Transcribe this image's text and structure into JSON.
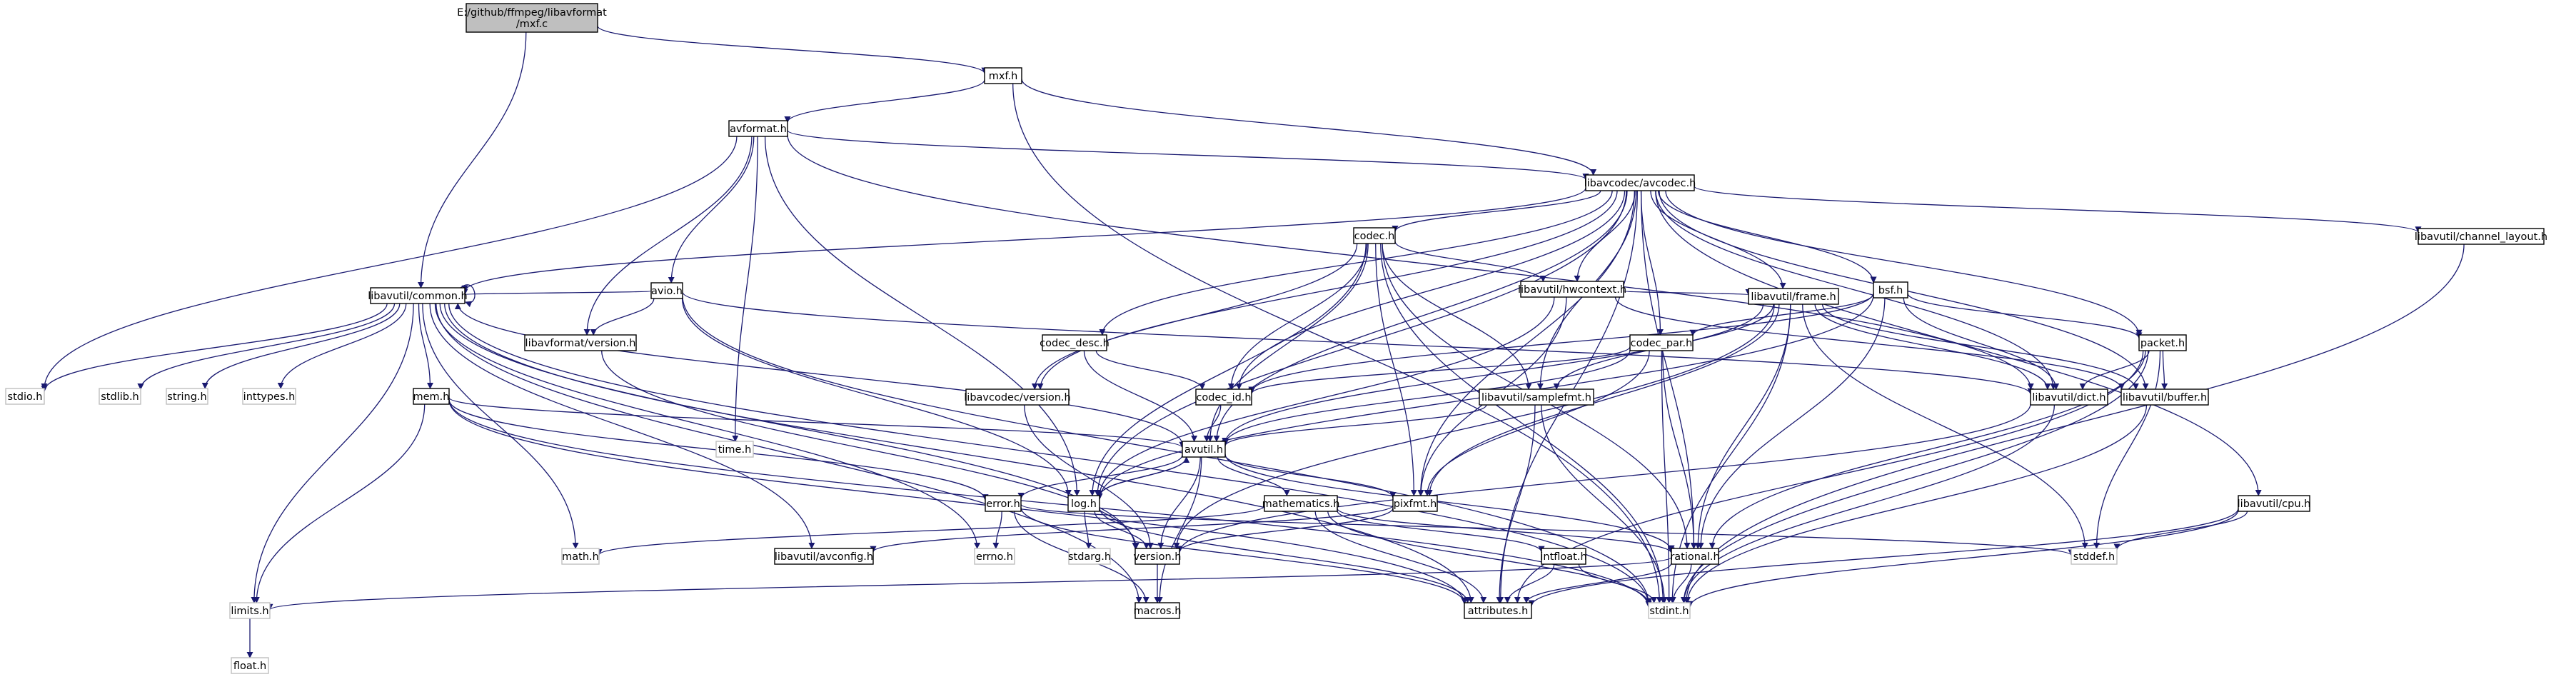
{
  "graph": {
    "root_label": "E:/github/ffmpeg/libavformat/mxf.c",
    "colors": {
      "edge": "#191970",
      "node_border": "#000000",
      "system_header_border": "#bfbfbf",
      "root_fill": "#bfbfbf",
      "node_fill": "#ffffff"
    },
    "nodes": [
      {
        "id": "root",
        "lines": [
          "E:/github/ffmpeg/libavformat",
          "/mxf.c"
        ],
        "kind": "root"
      },
      {
        "id": "mxf_h",
        "lines": [
          "mxf.h"
        ],
        "kind": "local"
      },
      {
        "id": "avformat_h",
        "lines": [
          "avformat.h"
        ],
        "kind": "local"
      },
      {
        "id": "avcodec_h",
        "lines": [
          "libavcodec/avcodec.h"
        ],
        "kind": "local"
      },
      {
        "id": "common_h",
        "lines": [
          "libavutil/common.h"
        ],
        "kind": "local"
      },
      {
        "id": "avio_h",
        "lines": [
          "avio.h"
        ],
        "kind": "local"
      },
      {
        "id": "avf_version_h",
        "lines": [
          "libavformat/version.h"
        ],
        "kind": "local"
      },
      {
        "id": "time_h",
        "lines": [
          "time.h"
        ],
        "kind": "system"
      },
      {
        "id": "stdio_h",
        "lines": [
          "stdio.h"
        ],
        "kind": "system"
      },
      {
        "id": "stdlib_h",
        "lines": [
          "stdlib.h"
        ],
        "kind": "system"
      },
      {
        "id": "string_h",
        "lines": [
          "string.h"
        ],
        "kind": "system"
      },
      {
        "id": "inttypes_h",
        "lines": [
          "inttypes.h"
        ],
        "kind": "system"
      },
      {
        "id": "mem_h",
        "lines": [
          "mem.h"
        ],
        "kind": "local"
      },
      {
        "id": "codec_h",
        "lines": [
          "codec.h"
        ],
        "kind": "local"
      },
      {
        "id": "codec_desc_h",
        "lines": [
          "codec_desc.h"
        ],
        "kind": "local"
      },
      {
        "id": "avc_version_h",
        "lines": [
          "libavcodec/version.h"
        ],
        "kind": "local"
      },
      {
        "id": "codec_id_h",
        "lines": [
          "codec_id.h"
        ],
        "kind": "local"
      },
      {
        "id": "hwcontext_h",
        "lines": [
          "libavutil/hwcontext.h"
        ],
        "kind": "local"
      },
      {
        "id": "codec_par_h",
        "lines": [
          "codec_par.h"
        ],
        "kind": "local"
      },
      {
        "id": "frame_h",
        "lines": [
          "libavutil/frame.h"
        ],
        "kind": "local"
      },
      {
        "id": "samplefmt_h",
        "lines": [
          "libavutil/samplefmt.h"
        ],
        "kind": "local"
      },
      {
        "id": "bsf_h",
        "lines": [
          "bsf.h"
        ],
        "kind": "local"
      },
      {
        "id": "packet_h",
        "lines": [
          "packet.h"
        ],
        "kind": "local"
      },
      {
        "id": "dict_h",
        "lines": [
          "libavutil/dict.h"
        ],
        "kind": "local"
      },
      {
        "id": "buffer_h",
        "lines": [
          "libavutil/buffer.h"
        ],
        "kind": "local"
      },
      {
        "id": "channel_layout_h",
        "lines": [
          "libavutil/channel_layout.h"
        ],
        "kind": "local"
      },
      {
        "id": "cpu_h",
        "lines": [
          "libavutil/cpu.h"
        ],
        "kind": "local"
      },
      {
        "id": "avutil_h",
        "lines": [
          "avutil.h"
        ],
        "kind": "local"
      },
      {
        "id": "error_h",
        "lines": [
          "error.h"
        ],
        "kind": "local"
      },
      {
        "id": "log_h",
        "lines": [
          "log.h"
        ],
        "kind": "local"
      },
      {
        "id": "mathematics_h",
        "lines": [
          "mathematics.h"
        ],
        "kind": "local"
      },
      {
        "id": "pixfmt_h",
        "lines": [
          "pixfmt.h"
        ],
        "kind": "local"
      },
      {
        "id": "math_h",
        "lines": [
          "math.h"
        ],
        "kind": "system"
      },
      {
        "id": "avconfig_h",
        "lines": [
          "libavutil/avconfig.h"
        ],
        "kind": "local"
      },
      {
        "id": "errno_h",
        "lines": [
          "errno.h"
        ],
        "kind": "system"
      },
      {
        "id": "stdarg_h",
        "lines": [
          "stdarg.h"
        ],
        "kind": "system"
      },
      {
        "id": "version_h",
        "lines": [
          "version.h"
        ],
        "kind": "local"
      },
      {
        "id": "intfloat_h",
        "lines": [
          "intfloat.h"
        ],
        "kind": "local"
      },
      {
        "id": "rational_h",
        "lines": [
          "rational.h"
        ],
        "kind": "local"
      },
      {
        "id": "stddef_h",
        "lines": [
          "stddef.h"
        ],
        "kind": "system"
      },
      {
        "id": "limits_h",
        "lines": [
          "limits.h"
        ],
        "kind": "system"
      },
      {
        "id": "macros_h",
        "lines": [
          "macros.h"
        ],
        "kind": "local"
      },
      {
        "id": "attributes_h",
        "lines": [
          "attributes.h"
        ],
        "kind": "local"
      },
      {
        "id": "stdint_h",
        "lines": [
          "stdint.h"
        ],
        "kind": "system"
      },
      {
        "id": "float_h",
        "lines": [
          "float.h"
        ],
        "kind": "system"
      }
    ],
    "edges": [
      [
        "root",
        "mxf_h"
      ],
      [
        "root",
        "common_h"
      ],
      [
        "mxf_h",
        "avformat_h"
      ],
      [
        "mxf_h",
        "avcodec_h"
      ],
      [
        "mxf_h",
        "stdint_h"
      ],
      [
        "avformat_h",
        "time_h"
      ],
      [
        "avformat_h",
        "stdio_h"
      ],
      [
        "avformat_h",
        "avcodec_h"
      ],
      [
        "avformat_h",
        "avio_h"
      ],
      [
        "avformat_h",
        "avf_version_h"
      ],
      [
        "avformat_h",
        "dict_h"
      ],
      [
        "avformat_h",
        "log_h"
      ],
      [
        "avcodec_h",
        "codec_h"
      ],
      [
        "avcodec_h",
        "codec_desc_h"
      ],
      [
        "avcodec_h",
        "codec_par_h"
      ],
      [
        "avcodec_h",
        "avc_version_h"
      ],
      [
        "avcodec_h",
        "codec_id_h"
      ],
      [
        "avcodec_h",
        "hwcontext_h"
      ],
      [
        "avcodec_h",
        "frame_h"
      ],
      [
        "avcodec_h",
        "samplefmt_h"
      ],
      [
        "avcodec_h",
        "bsf_h"
      ],
      [
        "avcodec_h",
        "packet_h"
      ],
      [
        "avcodec_h",
        "dict_h"
      ],
      [
        "avcodec_h",
        "buffer_h"
      ],
      [
        "avcodec_h",
        "channel_layout_h"
      ],
      [
        "avcodec_h",
        "cpu_h"
      ],
      [
        "avcodec_h",
        "avutil_h"
      ],
      [
        "avcodec_h",
        "log_h"
      ],
      [
        "avcodec_h",
        "pixfmt_h"
      ],
      [
        "avcodec_h",
        "rational_h"
      ],
      [
        "avcodec_h",
        "attributes_h"
      ],
      [
        "avcodec_h",
        "common_h"
      ],
      [
        "avio_h",
        "common_h"
      ],
      [
        "avio_h",
        "avf_version_h"
      ],
      [
        "avio_h",
        "dict_h"
      ],
      [
        "avio_h",
        "log_h"
      ],
      [
        "avio_h",
        "stdint_h"
      ],
      [
        "avf_version_h",
        "version_h"
      ],
      [
        "common_h",
        "stdio_h"
      ],
      [
        "common_h",
        "stdlib_h"
      ],
      [
        "common_h",
        "string_h"
      ],
      [
        "common_h",
        "inttypes_h"
      ],
      [
        "common_h",
        "mem_h"
      ],
      [
        "common_h",
        "math_h"
      ],
      [
        "common_h",
        "limits_h"
      ],
      [
        "common_h",
        "stdint_h"
      ],
      [
        "common_h",
        "errno_h"
      ],
      [
        "common_h",
        "attributes_h"
      ],
      [
        "common_h",
        "macros_h"
      ],
      [
        "common_h",
        "version_h"
      ],
      [
        "common_h",
        "avconfig_h"
      ],
      [
        "common_h",
        "common_h"
      ],
      [
        "mem_h",
        "avutil_h"
      ],
      [
        "mem_h",
        "limits_h"
      ],
      [
        "mem_h",
        "stdint_h"
      ],
      [
        "mem_h",
        "attributes_h"
      ],
      [
        "mem_h",
        "error_h"
      ],
      [
        "codec_h",
        "codec_id_h"
      ],
      [
        "codec_h",
        "hwcontext_h"
      ],
      [
        "codec_h",
        "avutil_h"
      ],
      [
        "codec_h",
        "samplefmt_h"
      ],
      [
        "codec_h",
        "pixfmt_h"
      ],
      [
        "codec_h",
        "rational_h"
      ],
      [
        "codec_h",
        "log_h"
      ],
      [
        "codec_h",
        "avc_version_h"
      ],
      [
        "codec_h",
        "stdint_h"
      ],
      [
        "codec_desc_h",
        "avutil_h"
      ],
      [
        "codec_desc_h",
        "codec_id_h"
      ],
      [
        "avc_version_h",
        "version_h"
      ],
      [
        "codec_id_h",
        "avutil_h"
      ],
      [
        "hwcontext_h",
        "buffer_h"
      ],
      [
        "hwcontext_h",
        "frame_h"
      ],
      [
        "hwcontext_h",
        "log_h"
      ],
      [
        "hwcontext_h",
        "pixfmt_h"
      ],
      [
        "codec_par_h",
        "avutil_h"
      ],
      [
        "codec_par_h",
        "codec_id_h"
      ],
      [
        "codec_par_h",
        "pixfmt_h"
      ],
      [
        "codec_par_h",
        "rational_h"
      ],
      [
        "codec_par_h",
        "stdint_h"
      ],
      [
        "frame_h",
        "avutil_h"
      ],
      [
        "frame_h",
        "buffer_h"
      ],
      [
        "frame_h",
        "dict_h"
      ],
      [
        "frame_h",
        "rational_h"
      ],
      [
        "frame_h",
        "samplefmt_h"
      ],
      [
        "frame_h",
        "pixfmt_h"
      ],
      [
        "frame_h",
        "version_h"
      ],
      [
        "frame_h",
        "stddef_h"
      ],
      [
        "frame_h",
        "stdint_h"
      ],
      [
        "samplefmt_h",
        "avutil_h"
      ],
      [
        "samplefmt_h",
        "attributes_h"
      ],
      [
        "samplefmt_h",
        "stdint_h"
      ],
      [
        "bsf_h",
        "codec_id_h"
      ],
      [
        "bsf_h",
        "codec_par_h"
      ],
      [
        "bsf_h",
        "packet_h"
      ],
      [
        "bsf_h",
        "dict_h"
      ],
      [
        "bsf_h",
        "log_h"
      ],
      [
        "bsf_h",
        "rational_h"
      ],
      [
        "packet_h",
        "dict_h"
      ],
      [
        "packet_h",
        "buffer_h"
      ],
      [
        "packet_h",
        "attributes_h"
      ],
      [
        "packet_h",
        "rational_h"
      ],
      [
        "packet_h",
        "stddef_h"
      ],
      [
        "packet_h",
        "stdint_h"
      ],
      [
        "dict_h",
        "stdint_h"
      ],
      [
        "dict_h",
        "version_h"
      ],
      [
        "buffer_h",
        "stdint_h"
      ],
      [
        "channel_layout_h",
        "stdint_h"
      ],
      [
        "cpu_h",
        "stddef_h"
      ],
      [
        "cpu_h",
        "stdint_h"
      ],
      [
        "cpu_h",
        "attributes_h"
      ],
      [
        "avutil_h",
        "common_h"
      ],
      [
        "avutil_h",
        "error_h"
      ],
      [
        "avutil_h",
        "log_h"
      ],
      [
        "avutil_h",
        "mathematics_h"
      ],
      [
        "avutil_h",
        "pixfmt_h"
      ],
      [
        "avutil_h",
        "rational_h"
      ],
      [
        "avutil_h",
        "version_h"
      ],
      [
        "avutil_h",
        "macros_h"
      ],
      [
        "error_h",
        "errno_h"
      ],
      [
        "error_h",
        "stddef_h"
      ],
      [
        "error_h",
        "attributes_h"
      ],
      [
        "error_h",
        "macros_h"
      ],
      [
        "log_h",
        "stdarg_h"
      ],
      [
        "log_h",
        "avutil_h"
      ],
      [
        "log_h",
        "attributes_h"
      ],
      [
        "log_h",
        "version_h"
      ],
      [
        "mathematics_h",
        "stdint_h"
      ],
      [
        "mathematics_h",
        "math_h"
      ],
      [
        "mathematics_h",
        "attributes_h"
      ],
      [
        "mathematics_h",
        "rational_h"
      ],
      [
        "mathematics_h",
        "intfloat_h"
      ],
      [
        "pixfmt_h",
        "version_h"
      ],
      [
        "pixfmt_h",
        "avconfig_h"
      ],
      [
        "version_h",
        "macros_h"
      ],
      [
        "intfloat_h",
        "stdint_h"
      ],
      [
        "intfloat_h",
        "attributes_h"
      ],
      [
        "rational_h",
        "stdint_h"
      ],
      [
        "rational_h",
        "limits_h"
      ],
      [
        "rational_h",
        "attributes_h"
      ],
      [
        "limits_h",
        "float_h"
      ]
    ]
  }
}
